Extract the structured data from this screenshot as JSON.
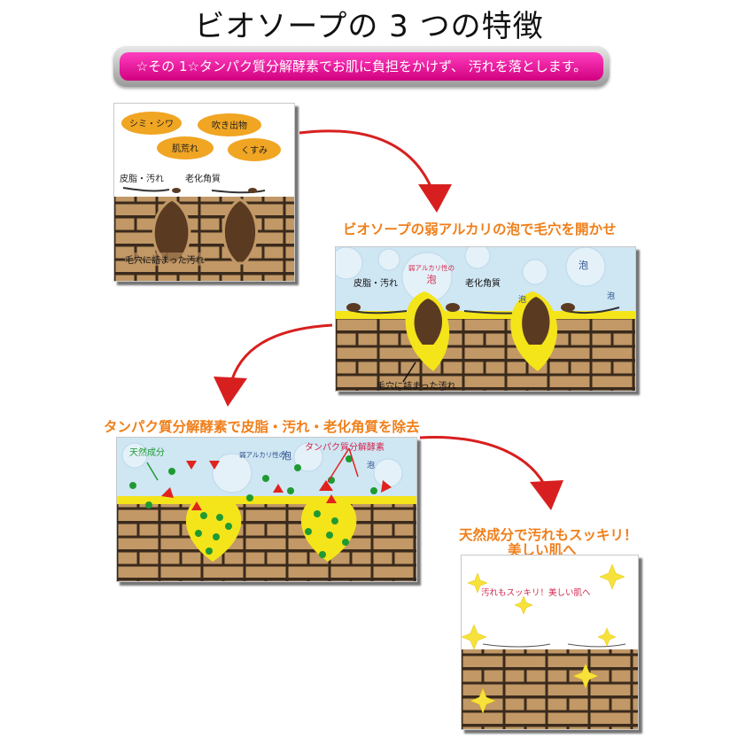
{
  "header": {
    "title": "ビオソープの 3 つの特徴",
    "banner": "☆その 1☆タンパク質分解酵素でお肌に負担をかけず、 汚れを落とします。"
  },
  "panel1": {
    "bubbles": [
      "シミ・シワ",
      "吹き出物",
      "肌荒れ",
      "くすみ"
    ],
    "label_sebum": "皮脂・汚れ",
    "label_keratin": "老化角質",
    "label_pore": "毛穴に詰まった汚れ"
  },
  "panel2": {
    "title": "ビオソープの弱アルカリの泡で毛穴を開かせ",
    "foam_small": "弱アルカリ性の",
    "foam_big": "泡",
    "foam_label_1": "泡",
    "foam_label_2": "泡",
    "foam_label_3": "泡",
    "label_sebum": "皮脂・汚れ",
    "label_keratin": "老化角質",
    "label_pore": "毛穴に詰まった汚れ"
  },
  "panel3": {
    "title": "タンパク質分解酵素で皮脂・汚れ・老化角質を除去",
    "label_natural": "天然成分",
    "label_foam_small": "弱アルカリ性の",
    "label_foam_big": "泡",
    "label_enzyme": "タンパク質分解酵素",
    "label_foam_2": "泡"
  },
  "panel4": {
    "title_line1": "天然成分で汚れもスッキリ！",
    "title_line2": "美しい肌へ",
    "caption": "汚れもスッキリ！美しい肌へ"
  },
  "colors": {
    "brick": "#c19866",
    "mortar": "#3a2a1c",
    "dirt": "#5a3b22",
    "yellow": "#f4e41a",
    "foam": "#cfe6f3",
    "green": "#1f9a32",
    "red": "#e0231e",
    "orange_title": "#f07f1a",
    "bubble": "#f0a523"
  }
}
